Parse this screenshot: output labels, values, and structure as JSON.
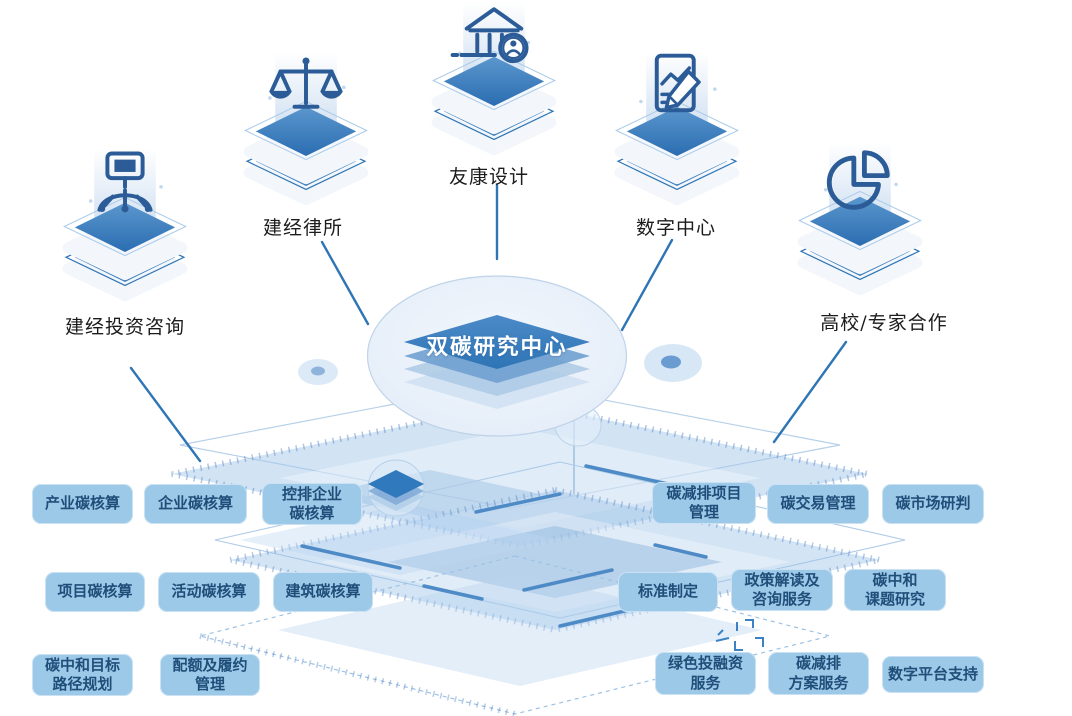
{
  "center": {
    "title": "双碳研究中心"
  },
  "partners": [
    {
      "label": "建经投资咨询",
      "icon": "surveying-instrument-icon"
    },
    {
      "label": "建经律所",
      "icon": "scales-of-justice-icon"
    },
    {
      "label": "友康设计",
      "icon": "bank-building-icon"
    },
    {
      "label": "数字中心",
      "icon": "report-pencil-icon"
    },
    {
      "label": "高校/专家合作",
      "icon": "pie-chart-icon"
    }
  ],
  "capabilities": [
    {
      "label": "产业碳核算"
    },
    {
      "label": "企业碳核算"
    },
    {
      "label": "控排企业\n碳核算"
    },
    {
      "label": "碳减排项目\n管理"
    },
    {
      "label": "碳交易管理"
    },
    {
      "label": "碳市场研判"
    },
    {
      "label": "项目碳核算"
    },
    {
      "label": "活动碳核算"
    },
    {
      "label": "建筑碳核算"
    },
    {
      "label": "标准制定"
    },
    {
      "label": "政策解读及\n咨询服务"
    },
    {
      "label": "碳中和\n课题研究"
    },
    {
      "label": "碳中和目标\n路径规划"
    },
    {
      "label": "配额及履约\n管理"
    },
    {
      "label": "绿色投融资\n服务"
    },
    {
      "label": "碳减排\n方案服务"
    },
    {
      "label": "数字平台支持"
    }
  ],
  "colors": {
    "primary_blue": "#2E75B6",
    "stack_blue": "#3079BD",
    "box_fill": "#9DC9E9",
    "box_text": "#1F4E79",
    "ellipse_fill": "#E9F0F9",
    "platform_tint": "#A3C7E9"
  }
}
